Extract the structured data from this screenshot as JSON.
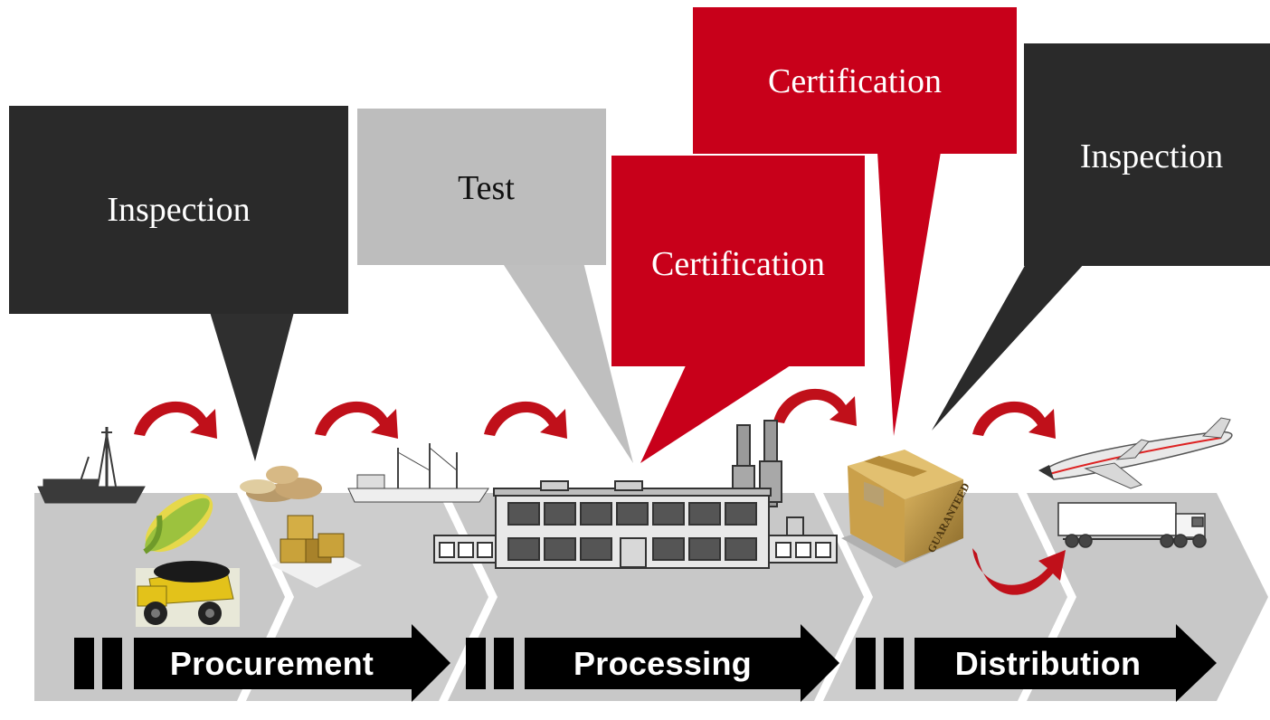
{
  "callouts": {
    "inspection_left": "Inspection",
    "test": "Test",
    "certification_mid": "Certification",
    "certification_top": "Certification",
    "inspection_right": "Inspection"
  },
  "stages": {
    "procurement": "Procurement",
    "processing": "Processing",
    "distribution": "Distribution"
  },
  "package_label": "GUARANTEED",
  "colors": {
    "dark_callout": "#2a2a2a",
    "grey_callout": "#bdbdbd",
    "red_callout": "#c8001a",
    "chevron_grey": "#c9c9c9",
    "arrow_red": "#c0101a",
    "bar_black": "#000000"
  }
}
